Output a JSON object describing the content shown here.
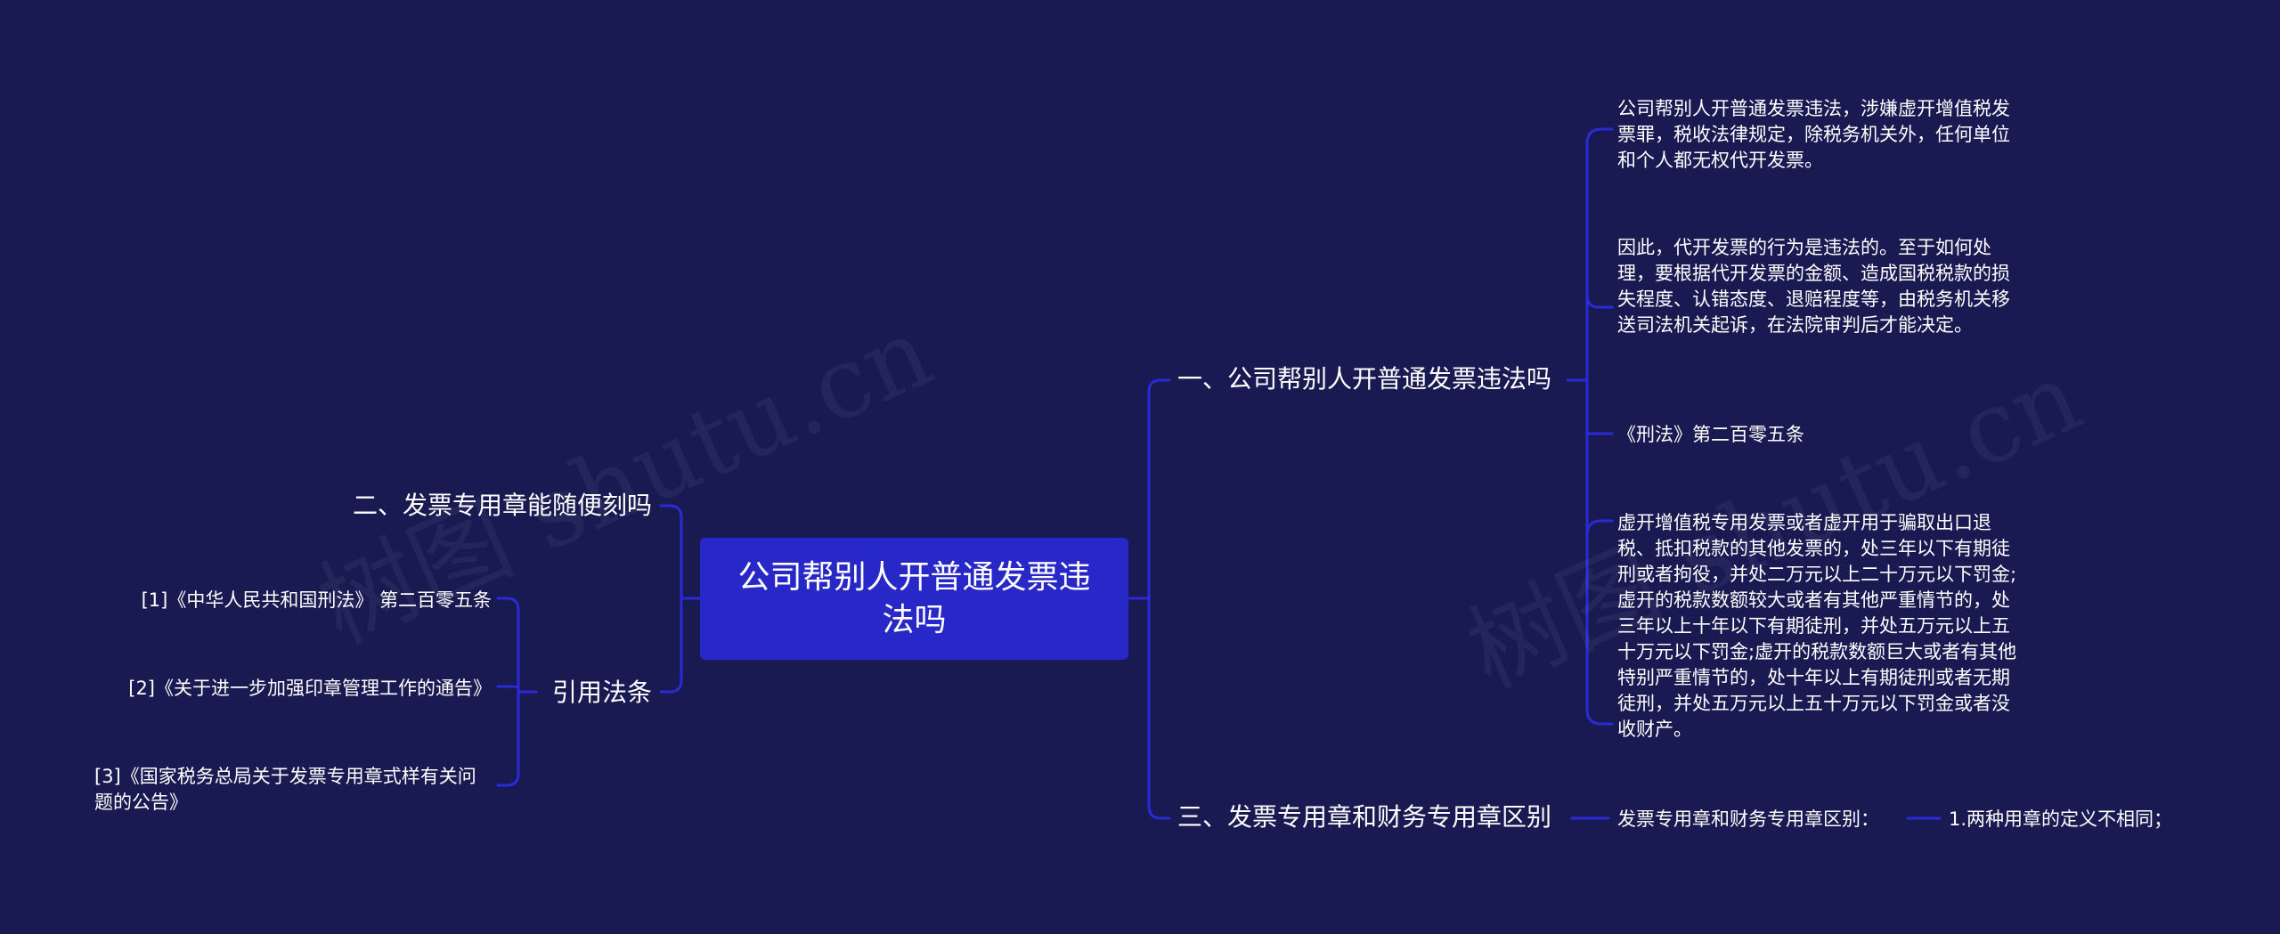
{
  "root": {
    "title": "公司帮别人开普通发票违法吗"
  },
  "right_branches": [
    {
      "label": "一、公司帮别人开普通发票违法吗",
      "children": [
        "公司帮别人开普通发票违法，涉嫌虚开增值税发票罪，税收法律规定，除税务机关外，任何单位和个人都无权代开发票。",
        "因此，代开发票的行为是违法的。至于如何处理，要根据代开发票的金额、造成国税税款的损失程度、认错态度、退赔程度等，由税务机关移送司法机关起诉，在法院审判后才能决定。",
        "《刑法》第二百零五条",
        "虚开增值税专用发票或者虚开用于骗取出口退税、抵扣税款的其他发票的，处三年以下有期徒刑或者拘役，并处二万元以上二十万元以下罚金;虚开的税款数额较大或者有其他严重情节的，处三年以上十年以下有期徒刑，并处五万元以上五十万元以下罚金;虚开的税款数额巨大或者有其他特别严重情节的，处十年以上有期徒刑或者无期徒刑，并处五万元以上五十万元以下罚金或者没收财产。"
      ]
    },
    {
      "label": "三、发票专用章和财务专用章区别",
      "children": [
        "发票专用章和财务专用章区别："
      ],
      "grandchildren": [
        "1.两种用章的定义不相同；"
      ]
    }
  ],
  "left_branches": [
    {
      "label": "二、发票专用章能随便刻吗"
    },
    {
      "label": "引用法条",
      "children": [
        "[1]《中华人民共和国刑法》 第二百零五条",
        "[2]《关于进一步加强印章管理工作的通告》",
        "[3]《国家税务总局关于发票专用章式样有关问题的公告》"
      ]
    }
  ],
  "watermarks": [
    "树图 shutu.cn",
    "树图 shutu.cn"
  ],
  "colors": {
    "background": "#191a52",
    "root_fill": "#2828c9",
    "connector": "#2a2ad6",
    "text": "#ffffff"
  }
}
